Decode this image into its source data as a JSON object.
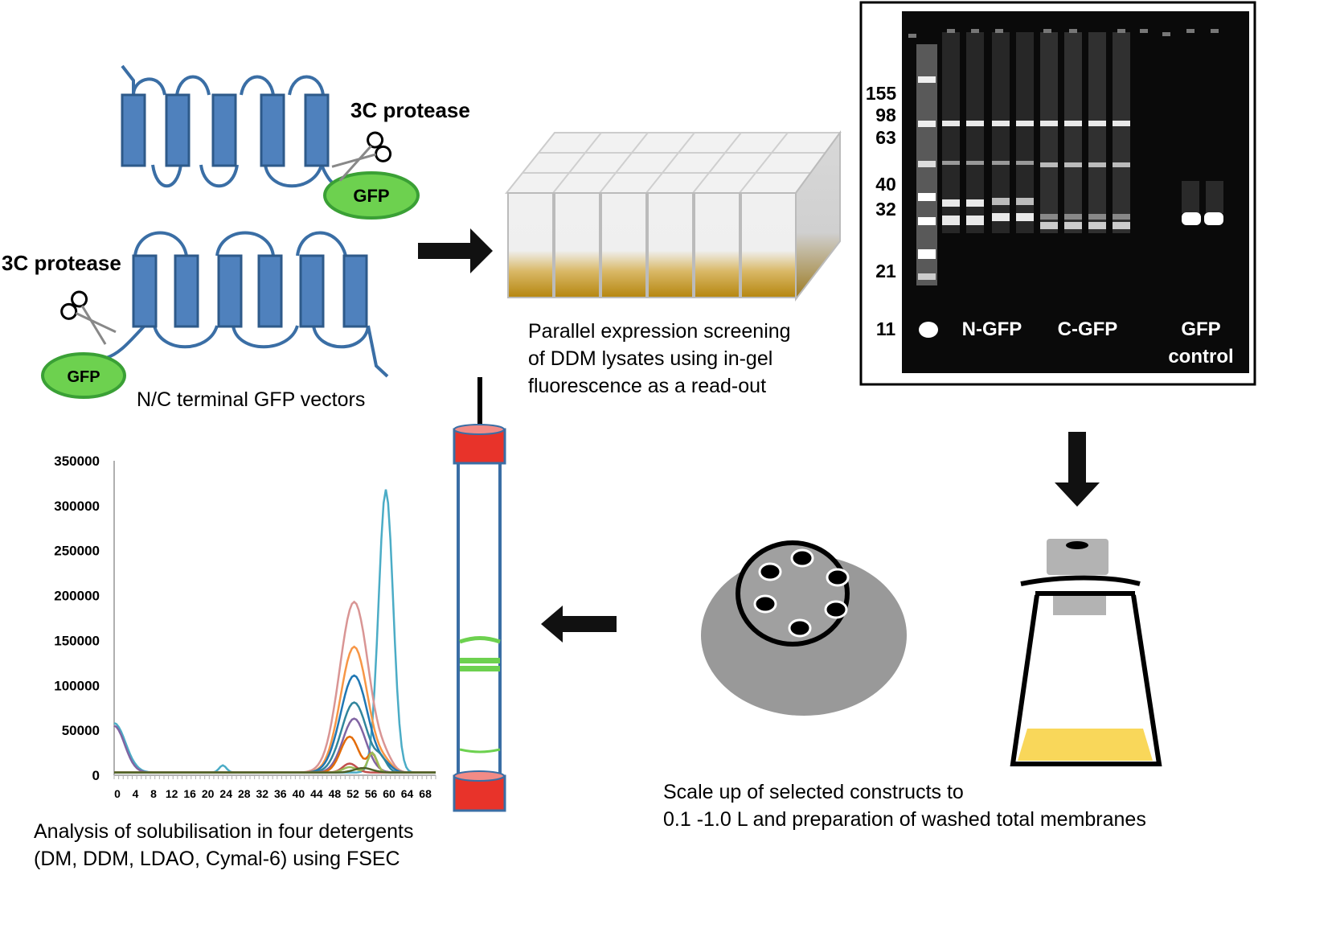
{
  "vectors": {
    "protease_top": "3C protease",
    "protease_bottom": "3C protease",
    "gfp_top": "GFP",
    "gfp_bottom": "GFP",
    "caption": "N/C terminal GFP vectors"
  },
  "screening": {
    "caption_lines": [
      "Parallel expression screening",
      "of DDM lysates using in-gel",
      "fluorescence as a read-out"
    ]
  },
  "gel": {
    "markers": [
      "155",
      "98",
      "63",
      "40",
      "32",
      "21",
      "11"
    ],
    "lane_labels": {
      "n_gfp": "N-GFP",
      "c_gfp": "C-GFP",
      "gfp": "GFP",
      "control": "control"
    }
  },
  "scale_up": {
    "caption_lines": [
      "Scale up of selected constructs to",
      "0.1 -1.0 L  and preparation of washed total membranes"
    ]
  },
  "analysis": {
    "caption_lines": [
      "Analysis of solubilisation in four detergents",
      "(DM, DDM, LDAO, Cymal-6) using FSEC"
    ]
  },
  "colors": {
    "tm_helix": "#4f81bd",
    "gfp_fill": "#6dd14f",
    "culture": "#b8860b",
    "column_cap": "#e8332a",
    "band": "#6dd14f",
    "flask_medium": "#f9d75a"
  },
  "chart_data": {
    "type": "line",
    "ylim": [
      0,
      350000
    ],
    "yticks": [
      0,
      50000,
      100000,
      150000,
      200000,
      250000,
      300000,
      350000
    ],
    "ytick_labels": [
      "0",
      "50000",
      "100000",
      "150000",
      "200000",
      "250000",
      "300000",
      "350000"
    ],
    "xlim": [
      0,
      71
    ],
    "xtick_labels": [
      "0",
      "4",
      "8",
      "12",
      "16",
      "20",
      "24",
      "28",
      "32",
      "36",
      "40",
      "44",
      "48",
      "52",
      "56",
      "60",
      "64",
      "68"
    ],
    "series": [
      {
        "color": "#4bacc6",
        "peaks": [
          [
            0,
            55000,
            2.5
          ],
          [
            60,
            315000,
            1.6
          ],
          [
            24,
            8000,
            0.8
          ]
        ]
      },
      {
        "color": "#d99594",
        "peaks": [
          [
            53,
            190000,
            3.2
          ],
          [
            60,
            10000,
            1.5
          ]
        ]
      },
      {
        "color": "#f79646",
        "peaks": [
          [
            53,
            140000,
            3.0
          ],
          [
            60,
            8000,
            1.5
          ]
        ]
      },
      {
        "color": "#1f77b4",
        "peaks": [
          [
            53,
            108000,
            3.0
          ],
          [
            60,
            6000,
            1.5
          ]
        ]
      },
      {
        "color": "#31859c",
        "peaks": [
          [
            53,
            78000,
            2.8
          ],
          [
            59,
            12000,
            1.2
          ]
        ]
      },
      {
        "color": "#8064a2",
        "peaks": [
          [
            0,
            52000,
            2.3
          ],
          [
            53,
            60000,
            2.5
          ]
        ]
      },
      {
        "color": "#e36c09",
        "peaks": [
          [
            52,
            40000,
            2.0
          ],
          [
            57,
            20000,
            1.0
          ]
        ]
      },
      {
        "color": "#c0504d",
        "peaks": [
          [
            52,
            10000,
            1.5
          ]
        ]
      },
      {
        "color": "#9bbb59",
        "peaks": [
          [
            57,
            22000,
            1.0
          ],
          [
            52,
            6000,
            1.5
          ]
        ]
      },
      {
        "color": "#4f6228",
        "peaks": [
          [
            55,
            5000,
            2.0
          ]
        ]
      }
    ]
  }
}
